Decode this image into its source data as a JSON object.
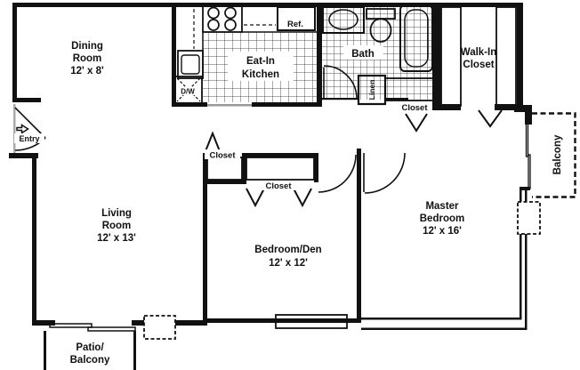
{
  "rooms": {
    "dining": {
      "lines": [
        "Dining",
        "Room",
        "12' x 8'"
      ]
    },
    "kitchen": {
      "lines": [
        "Eat-In",
        "Kitchen"
      ]
    },
    "bath": {
      "lines": [
        "Bath"
      ]
    },
    "walk_in_closet": {
      "lines": [
        "Walk-In",
        "Closet"
      ]
    },
    "living": {
      "lines": [
        "Living",
        "Room",
        "12' x 13'"
      ]
    },
    "bedroom_den": {
      "lines": [
        "Bedroom/Den",
        "12' x 12'"
      ]
    },
    "master": {
      "lines": [
        "Master",
        "Bedroom",
        "12' x 16'"
      ]
    },
    "patio": {
      "lines": [
        "Patio/",
        "Balcony"
      ]
    },
    "balcony": {
      "lines": [
        "Balcony"
      ]
    },
    "entry": {
      "lines": [
        "Entry"
      ]
    }
  },
  "labels": {
    "refrigerator": "Ref.",
    "dishwasher": "D/W",
    "linen_closet": "Linen",
    "hall_closet": "Closet",
    "bedroom_den_closet": "Closet",
    "master_hall_closet": "Closet"
  },
  "colors": {
    "walls": "#111111",
    "background": "#ffffff",
    "tile_line": "#555555"
  }
}
